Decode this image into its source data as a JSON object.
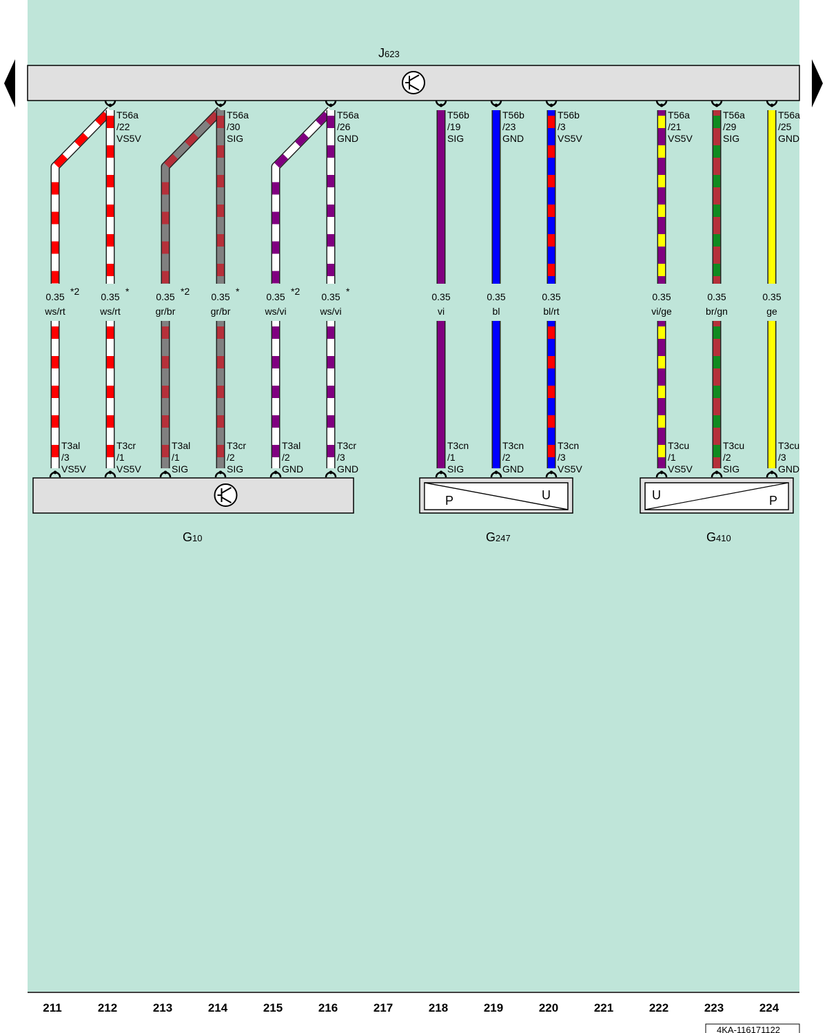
{
  "colors": {
    "background": "#bfe5d9",
    "ws": "#ffffff",
    "rt": "#ff0000",
    "gr": "#808080",
    "br": "#b5303a",
    "vi": "#800080",
    "bl": "#0000ff",
    "ge": "#ffff00",
    "gn": "#108a20"
  },
  "control_unit": {
    "name": "J",
    "sub": "623"
  },
  "components": [
    {
      "id": "g10",
      "name": "G",
      "sub": "10",
      "symbol": "transistor-icon"
    },
    {
      "id": "g247",
      "name": "G",
      "sub": "247",
      "symbol": "sensor-icon",
      "left_label": "P",
      "right_label": "U"
    },
    {
      "id": "g410",
      "name": "G",
      "sub": "410",
      "symbol": "sensor-icon",
      "left_label": "U",
      "right_label": "P"
    }
  ],
  "wires": [
    {
      "column": "211",
      "top_pin": "",
      "bottom_pin": [
        "T3al",
        "/3",
        "VS5V"
      ],
      "size": "0.35",
      "note": "*2",
      "color_code": "ws/rt",
      "stripe": [
        "ws",
        "rt"
      ]
    },
    {
      "column": "212",
      "top_pin": [
        "T56a",
        "/22",
        "VS5V"
      ],
      "bottom_pin": [
        "T3cr",
        "/1",
        "VS5V"
      ],
      "size": "0.35",
      "note": "*",
      "color_code": "ws/rt",
      "stripe": [
        "ws",
        "rt"
      ]
    },
    {
      "column": "213",
      "top_pin": "",
      "bottom_pin": [
        "T3al",
        "/1",
        "SIG"
      ],
      "size": "0.35",
      "note": "*2",
      "color_code": "gr/br",
      "stripe": [
        "gr",
        "br"
      ]
    },
    {
      "column": "214",
      "top_pin": [
        "T56a",
        "/30",
        "SIG"
      ],
      "bottom_pin": [
        "T3cr",
        "/2",
        "SIG"
      ],
      "size": "0.35",
      "note": "*",
      "color_code": "gr/br",
      "stripe": [
        "gr",
        "br"
      ]
    },
    {
      "column": "215",
      "top_pin": "",
      "bottom_pin": [
        "T3al",
        "/2",
        "GND"
      ],
      "size": "0.35",
      "note": "*2",
      "color_code": "ws/vi",
      "stripe": [
        "ws",
        "vi"
      ]
    },
    {
      "column": "216",
      "top_pin": [
        "T56a",
        "/26",
        "GND"
      ],
      "bottom_pin": [
        "T3cr",
        "/3",
        "GND"
      ],
      "size": "0.35",
      "note": "*",
      "color_code": "ws/vi",
      "stripe": [
        "ws",
        "vi"
      ]
    },
    {
      "column": "218",
      "top_pin": [
        "T56b",
        "/19",
        "SIG"
      ],
      "bottom_pin": [
        "T3cn",
        "/1",
        "SIG"
      ],
      "size": "0.35",
      "note": "",
      "color_code": "vi",
      "stripe": [
        "vi"
      ]
    },
    {
      "column": "219",
      "top_pin": [
        "T56b",
        "/23",
        "GND"
      ],
      "bottom_pin": [
        "T3cn",
        "/2",
        "GND"
      ],
      "size": "0.35",
      "note": "",
      "color_code": "bl",
      "stripe": [
        "bl"
      ]
    },
    {
      "column": "220",
      "top_pin": [
        "T56b",
        "/3",
        "VS5V"
      ],
      "bottom_pin": [
        "T3cn",
        "/3",
        "VS5V"
      ],
      "size": "0.35",
      "note": "",
      "color_code": "bl/rt",
      "stripe": [
        "bl",
        "rt"
      ]
    },
    {
      "column": "222",
      "top_pin": [
        "T56a",
        "/21",
        "VS5V"
      ],
      "bottom_pin": [
        "T3cu",
        "/1",
        "VS5V"
      ],
      "size": "0.35",
      "note": "",
      "color_code": "vi/ge",
      "stripe": [
        "vi",
        "ge"
      ]
    },
    {
      "column": "223",
      "top_pin": [
        "T56a",
        "/29",
        "SIG"
      ],
      "bottom_pin": [
        "T3cu",
        "/2",
        "SIG"
      ],
      "size": "0.35",
      "note": "",
      "color_code": "br/gn",
      "stripe": [
        "br",
        "gn"
      ]
    },
    {
      "column": "224",
      "top_pin": [
        "T56a",
        "/25",
        "GND"
      ],
      "bottom_pin": [
        "T3cu",
        "/3",
        "GND"
      ],
      "size": "0.35",
      "note": "",
      "color_code": "ge",
      "stripe": [
        "ge"
      ]
    }
  ],
  "columns": [
    "211",
    "212",
    "213",
    "214",
    "215",
    "216",
    "217",
    "218",
    "219",
    "220",
    "221",
    "222",
    "223",
    "224"
  ],
  "footer": {
    "code": "4KA-116171122"
  }
}
